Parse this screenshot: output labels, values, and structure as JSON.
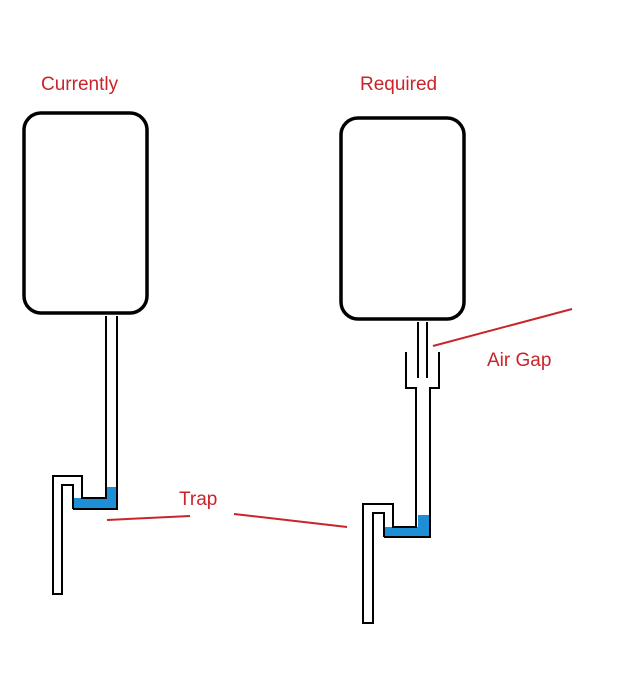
{
  "labels": {
    "currently": "Currently",
    "required": "Required",
    "air_gap": "Air Gap",
    "trap": "Trap"
  },
  "colors": {
    "label": "#c8242a",
    "stroke": "#000000",
    "water": "#1e8fd6",
    "background": "#ffffff"
  }
}
